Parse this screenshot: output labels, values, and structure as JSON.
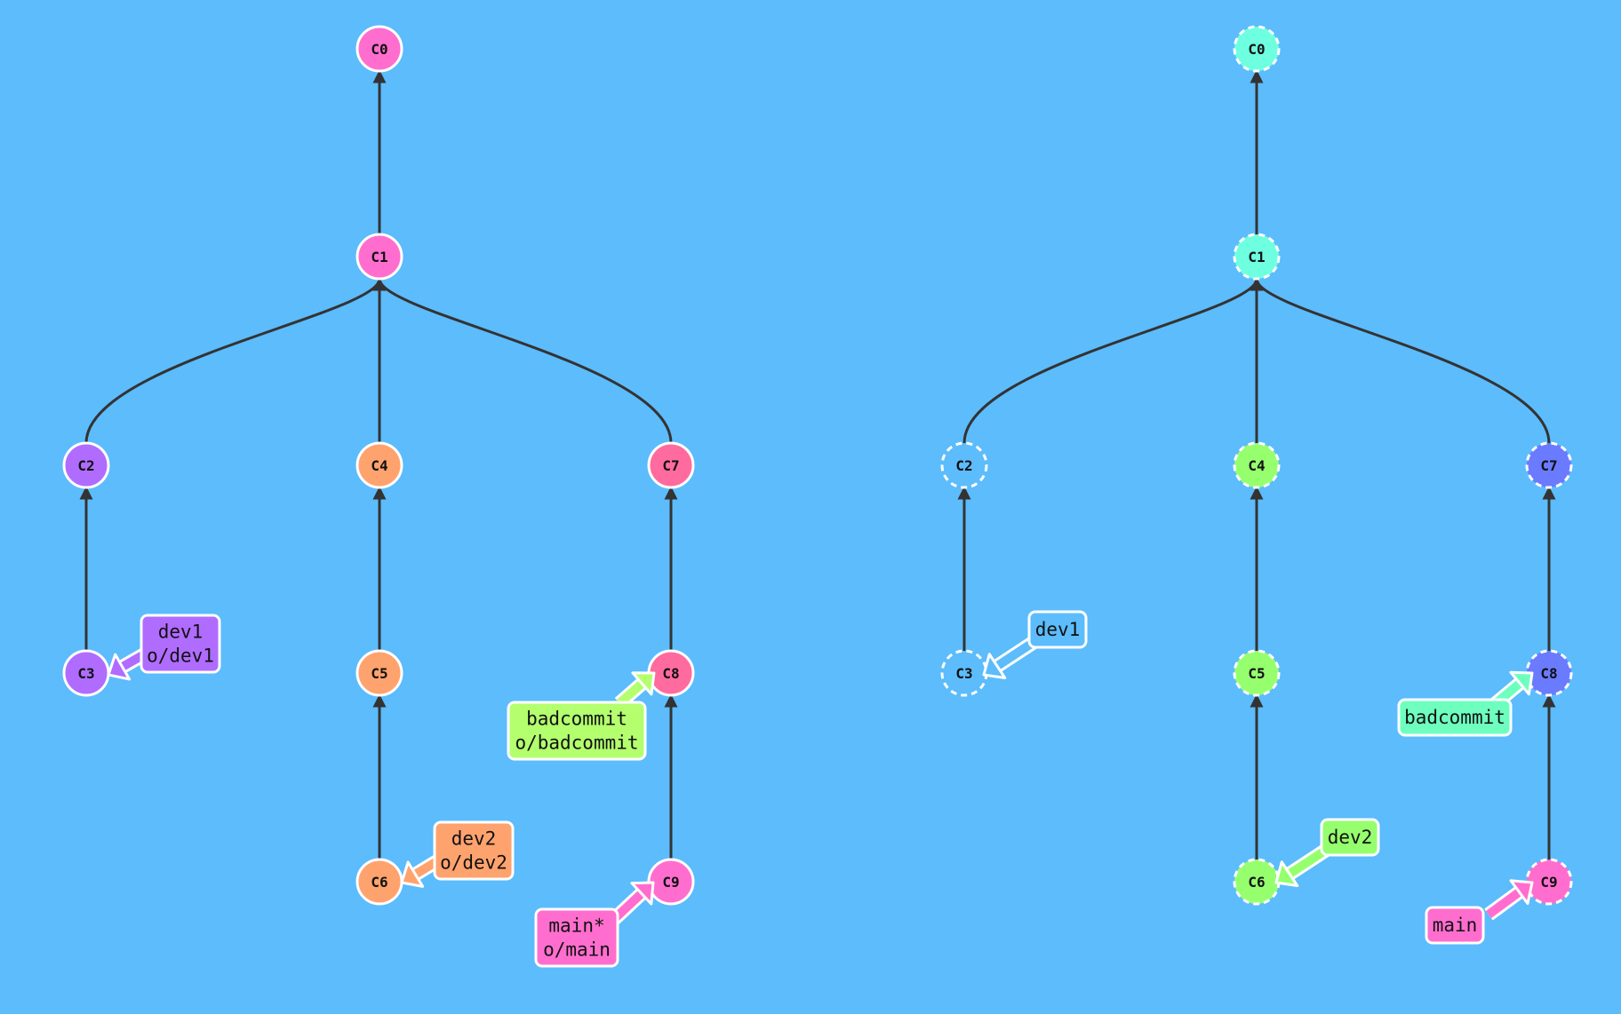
{
  "trees": [
    {
      "id": "local",
      "commits": [
        {
          "id": "C0",
          "label": "C0",
          "color": "#ff6ecf",
          "dashed": false
        },
        {
          "id": "C1",
          "label": "C1",
          "color": "#ff6ecf",
          "dashed": false
        },
        {
          "id": "C2",
          "label": "C2",
          "color": "#b06cff",
          "dashed": false
        },
        {
          "id": "C3",
          "label": "C3",
          "color": "#b06cff",
          "dashed": false
        },
        {
          "id": "C4",
          "label": "C4",
          "color": "#ffa36e",
          "dashed": false
        },
        {
          "id": "C5",
          "label": "C5",
          "color": "#ffa36e",
          "dashed": false
        },
        {
          "id": "C6",
          "label": "C6",
          "color": "#ffa36e",
          "dashed": false
        },
        {
          "id": "C7",
          "label": "C7",
          "color": "#ff6b9e",
          "dashed": false
        },
        {
          "id": "C8",
          "label": "C8",
          "color": "#ff6b9e",
          "dashed": false
        },
        {
          "id": "C9",
          "label": "C9",
          "color": "#ff6ecf",
          "dashed": false
        }
      ],
      "branches": [
        {
          "id": "dev1",
          "lines": [
            "dev1",
            "o/dev1"
          ],
          "color": "#b06cff",
          "target": "C3"
        },
        {
          "id": "dev2",
          "lines": [
            "dev2",
            "o/dev2"
          ],
          "color": "#ffa36e",
          "target": "C6"
        },
        {
          "id": "badcommit",
          "lines": [
            "badcommit",
            "o/badcommit"
          ],
          "color": "#b3ff6e",
          "target": "C8"
        },
        {
          "id": "main",
          "lines": [
            "main*",
            "o/main"
          ],
          "color": "#ff6ecf",
          "target": "C9"
        }
      ]
    },
    {
      "id": "remote",
      "commits": [
        {
          "id": "C0",
          "label": "C0",
          "color": "#6effe0",
          "dashed": true
        },
        {
          "id": "C1",
          "label": "C1",
          "color": "#6effe0",
          "dashed": true
        },
        {
          "id": "C2",
          "label": "C2",
          "color": "#5cbcfc",
          "dashed": true
        },
        {
          "id": "C3",
          "label": "C3",
          "color": "#5cbcfc",
          "dashed": true
        },
        {
          "id": "C4",
          "label": "C4",
          "color": "#96ff6e",
          "dashed": true
        },
        {
          "id": "C5",
          "label": "C5",
          "color": "#96ff6e",
          "dashed": true
        },
        {
          "id": "C6",
          "label": "C6",
          "color": "#96ff6e",
          "dashed": true
        },
        {
          "id": "C7",
          "label": "C7",
          "color": "#6a7bff",
          "dashed": true
        },
        {
          "id": "C8",
          "label": "C8",
          "color": "#6a7bff",
          "dashed": true
        },
        {
          "id": "C9",
          "label": "C9",
          "color": "#ff6ecf",
          "dashed": true
        }
      ],
      "branches": [
        {
          "id": "dev1",
          "lines": [
            "dev1"
          ],
          "color": "#5cbcfc",
          "target": "C3"
        },
        {
          "id": "dev2",
          "lines": [
            "dev2"
          ],
          "color": "#96ff6e",
          "target": "C6"
        },
        {
          "id": "badcommit",
          "lines": [
            "badcommit"
          ],
          "color": "#6effbf",
          "target": "C8"
        },
        {
          "id": "main",
          "lines": [
            "main"
          ],
          "color": "#ff6ecf",
          "target": "C9"
        }
      ]
    }
  ]
}
